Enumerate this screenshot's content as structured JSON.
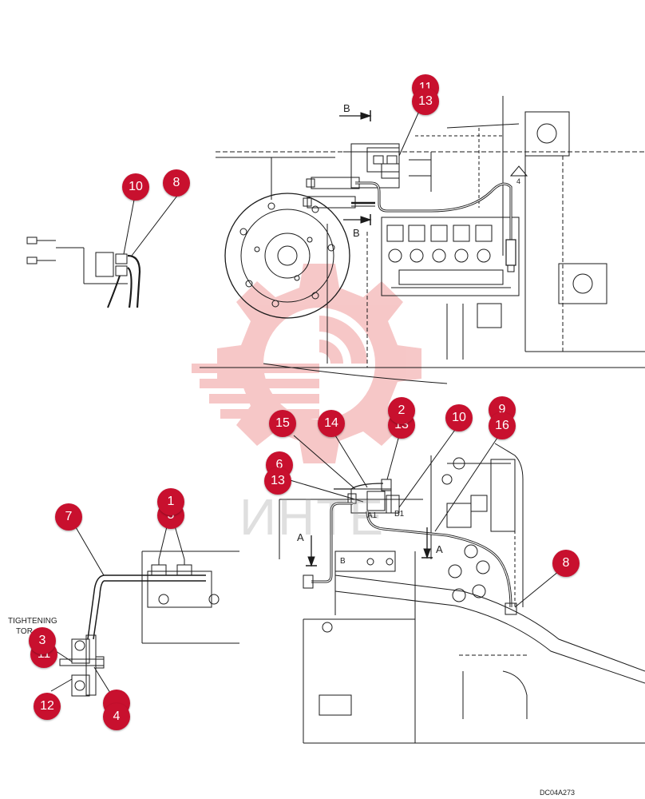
{
  "diagram": {
    "drawing_code": "DC04A273",
    "tightening_label_line1": "TIGHTENING",
    "tightening_label_line2": "TOR",
    "watermark_text": "ИНТЕ",
    "view_labels": {
      "b_top": "B",
      "b_mid": "B",
      "a_left": "A",
      "a_right": "A",
      "port_a1": "A1",
      "port_b1": "B1",
      "port_b": "B",
      "port_4": "4"
    },
    "callouts": [
      {
        "id": "callout-11",
        "label": "11"
      },
      {
        "id": "callout-13-top",
        "label": "13"
      },
      {
        "id": "callout-10-left",
        "label": "10"
      },
      {
        "id": "callout-8-left",
        "label": "8"
      },
      {
        "id": "callout-15",
        "label": "15"
      },
      {
        "id": "callout-14",
        "label": "14"
      },
      {
        "id": "callout-13-mid",
        "label": "13"
      },
      {
        "id": "callout-2",
        "label": "2"
      },
      {
        "id": "callout-10-right",
        "label": "10"
      },
      {
        "id": "callout-9",
        "label": "9"
      },
      {
        "id": "callout-16",
        "label": "16"
      },
      {
        "id": "callout-6",
        "label": "6"
      },
      {
        "id": "callout-13-low",
        "label": "13"
      },
      {
        "id": "callout-7",
        "label": "7"
      },
      {
        "id": "callout-5",
        "label": "5"
      },
      {
        "id": "callout-1",
        "label": "1"
      },
      {
        "id": "callout-8-right",
        "label": "8"
      },
      {
        "id": "callout-3",
        "label": "3"
      },
      {
        "id": "callout-11-low",
        "label": "11"
      },
      {
        "id": "callout-12",
        "label": "12"
      },
      {
        "id": "callout-4",
        "label": "4"
      }
    ],
    "colors": {
      "callout": "#c8102e",
      "line": "#1a1a1a",
      "watermark": "#e03a3a"
    }
  }
}
